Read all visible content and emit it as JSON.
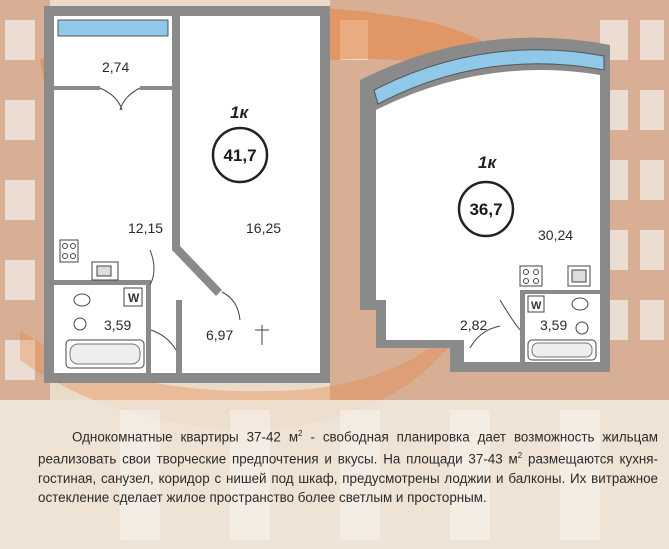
{
  "plans": [
    {
      "type": "1к",
      "total_area": "41,7",
      "rooms": [
        {
          "area": "2,74"
        },
        {
          "area": "12,15"
        },
        {
          "area": "16,25"
        },
        {
          "area": "3,59"
        },
        {
          "area": "6,97"
        }
      ]
    },
    {
      "type": "1к",
      "total_area": "36,7",
      "rooms": [
        {
          "area": "30,24"
        },
        {
          "area": "2,82"
        },
        {
          "area": "3,59"
        }
      ]
    }
  ],
  "description": {
    "line1_a": "Однокомнатные квартиры 37-42 м",
    "sup1": "2",
    "line1_b": " - свободная планировка дает возможность жильцам реализовать свои творческие предпочтения и вкусы. На площади 37-43 м",
    "sup2": "2",
    "line1_c": " размещаются кухня-гостиная, санузел, коридор с нишей под шкаф, предусмотрены лоджии и балконы. Их витражное остекление сделает жилое пространство более светлым и просторным."
  },
  "colors": {
    "wall": "#8a8a8a",
    "wall_dark": "#6f6f6f",
    "glass": "#8fc8e8",
    "floor": "#ffffff",
    "background": "#e9d9c6",
    "accent_orange": "#e9813f"
  }
}
